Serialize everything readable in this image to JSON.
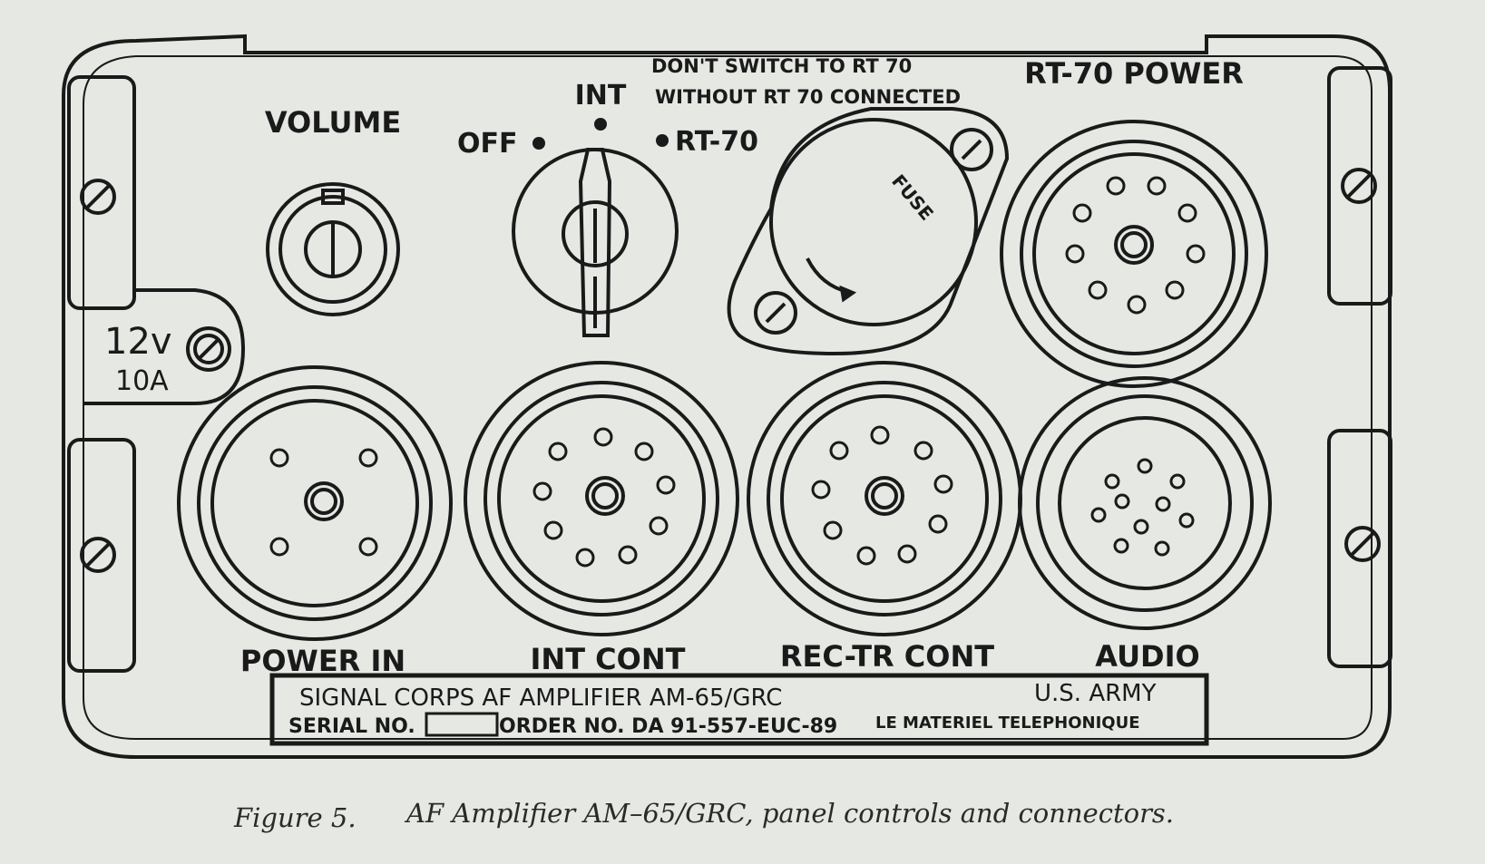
{
  "labels": {
    "volume": "VOLUME",
    "int": "INT",
    "off": "OFF",
    "rt70": "RT-70",
    "warning_line1": "DON'T  SWITCH  TO  RT 70",
    "warning_line2": "WITHOUT  RT 70  CONNECTED",
    "rt70_power": "RT-70  POWER",
    "fuse": "FUSE",
    "voltage": "12v",
    "amperage": "10A",
    "power_in": "POWER IN",
    "int_cont": "INT  CONT",
    "rec_tr_cont": "REC-TR CONT",
    "audio": "AUDIO"
  },
  "nameplate": {
    "line1_left": "SIGNAL CORPS  AF AMPLIFIER  AM-65/GRC",
    "line1_right": "U.S. ARMY",
    "serial_label": "SERIAL NO.",
    "order": "ORDER NO. DA 91-557-EUC-89",
    "maker": "LE MATERIEL  TELEPHONIQUE"
  },
  "caption": {
    "figure": "Figure 5.",
    "text": "AF Amplifier AM–65/GRC, panel controls and connectors."
  },
  "colors": {
    "ink": "#1a1a1a",
    "paper": "#e6e8e4"
  }
}
